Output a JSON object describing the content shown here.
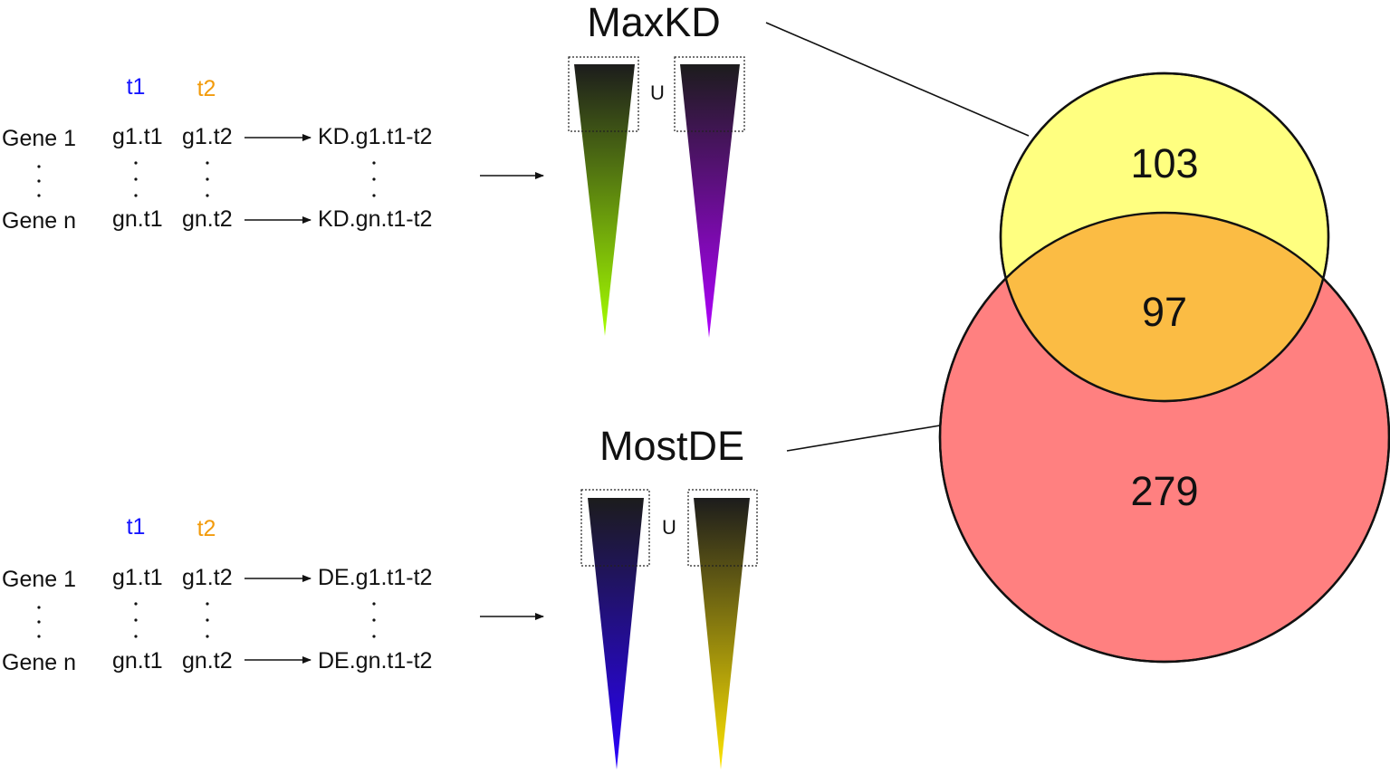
{
  "colors": {
    "t1": "#1515ff",
    "t2": "#f29b0c",
    "venn_maxkd_fill": "#ffff80",
    "venn_mostde_fill": "#ff8080",
    "venn_overlap_fill": "#fbbc44",
    "wedge_green": "#a6ff00",
    "wedge_purple": "#b000ff",
    "wedge_blue": "#2a00ff",
    "wedge_yellow": "#ffe500",
    "wedge_top": "#1c1c1c"
  },
  "top_panel": {
    "col_t1": "t1",
    "col_t2": "t2",
    "gene_first": "Gene 1",
    "gene_last": "Gene n",
    "row1_t1": "g1.t1",
    "row1_t2": "g1.t2",
    "row1_result": "KD.g1.t1-t2",
    "rowN_t1": "gn.t1",
    "rowN_t2": "gn.t2",
    "rowN_result": "KD.gn.t1-t2",
    "method": "MaxKD",
    "union": "U"
  },
  "bottom_panel": {
    "col_t1": "t1",
    "col_t2": "t2",
    "gene_first": "Gene 1",
    "gene_last": "Gene n",
    "row1_t1": "g1.t1",
    "row1_t2": "g1.t2",
    "row1_result": "DE.g1.t1-t2",
    "rowN_t1": "gn.t1",
    "rowN_t2": "gn.t2",
    "rowN_result": "DE.gn.t1-t2",
    "method": "MostDE",
    "union": "U"
  },
  "venn": {
    "maxkd_only": "103",
    "overlap": "97",
    "mostde_only": "279"
  }
}
